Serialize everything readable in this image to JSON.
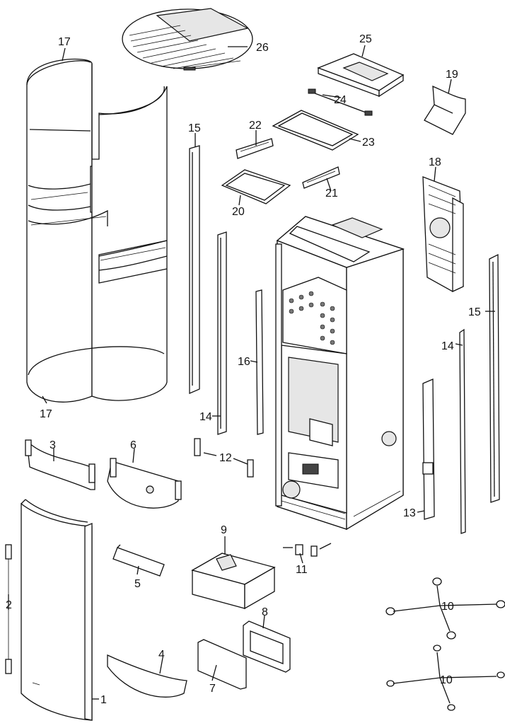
{
  "diagram": {
    "labels": [
      {
        "id": "p1",
        "text": "1"
      },
      {
        "id": "p2",
        "text": "2"
      },
      {
        "id": "p3",
        "text": "3"
      },
      {
        "id": "p4",
        "text": "4"
      },
      {
        "id": "p5",
        "text": "5"
      },
      {
        "id": "p6",
        "text": "6"
      },
      {
        "id": "p7",
        "text": "7"
      },
      {
        "id": "p8",
        "text": "8"
      },
      {
        "id": "p9",
        "text": "9"
      },
      {
        "id": "p10a",
        "text": "10"
      },
      {
        "id": "p10b",
        "text": "10"
      },
      {
        "id": "p11",
        "text": "11"
      },
      {
        "id": "p12",
        "text": "12"
      },
      {
        "id": "p13",
        "text": "13"
      },
      {
        "id": "p14a",
        "text": "14"
      },
      {
        "id": "p14b",
        "text": "14"
      },
      {
        "id": "p15a",
        "text": "15"
      },
      {
        "id": "p15b",
        "text": "15"
      },
      {
        "id": "p16",
        "text": "16"
      },
      {
        "id": "p17a",
        "text": "17"
      },
      {
        "id": "p17b",
        "text": "17"
      },
      {
        "id": "p18",
        "text": "18"
      },
      {
        "id": "p19",
        "text": "19"
      },
      {
        "id": "p20",
        "text": "20"
      },
      {
        "id": "p21",
        "text": "21"
      },
      {
        "id": "p22",
        "text": "22"
      },
      {
        "id": "p23",
        "text": "23"
      },
      {
        "id": "p24",
        "text": "24"
      },
      {
        "id": "p25",
        "text": "25"
      },
      {
        "id": "p26",
        "text": "26"
      }
    ]
  }
}
